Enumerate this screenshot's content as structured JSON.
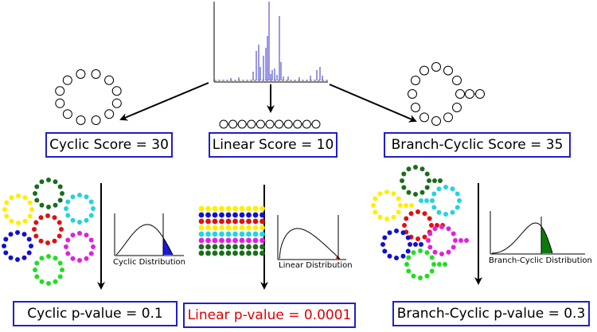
{
  "scores": {
    "cyclic": "Cyclic Score = 30",
    "linear": "Linear Score = 10",
    "branch_cyclic": "Branch-Cyclic Score = 35"
  },
  "distributions": {
    "cyclic": "Cyclic Distribution",
    "linear": "Linear Distribution",
    "branch_cyclic": "Branch-Cyclic Distribution"
  },
  "pvalues": {
    "cyclic": "Cyclic p-value = 0.1",
    "linear": "Linear p-value = 0.0001",
    "branch_cyclic": "Branch-Cyclic p-value = 0.3"
  },
  "colors": {
    "box_border": "#2020c8",
    "linear_pvalue_text": "#e00000",
    "spectrum_peaks": "#3333cc",
    "cyclic_tail": "#1a1ad6",
    "linear_tail": "#e00000",
    "branch_tail": "#0a7a0a",
    "peptide_palette": [
      "#ffee00",
      "#1a6e1a",
      "#22d4e0",
      "#e01010",
      "#1010d0",
      "#e020e0",
      "#22dd22"
    ]
  },
  "icons": [
    "spectrum-plot",
    "cyclic-peptide-icon",
    "linear-peptide-icon",
    "branch-cyclic-peptide-icon"
  ]
}
